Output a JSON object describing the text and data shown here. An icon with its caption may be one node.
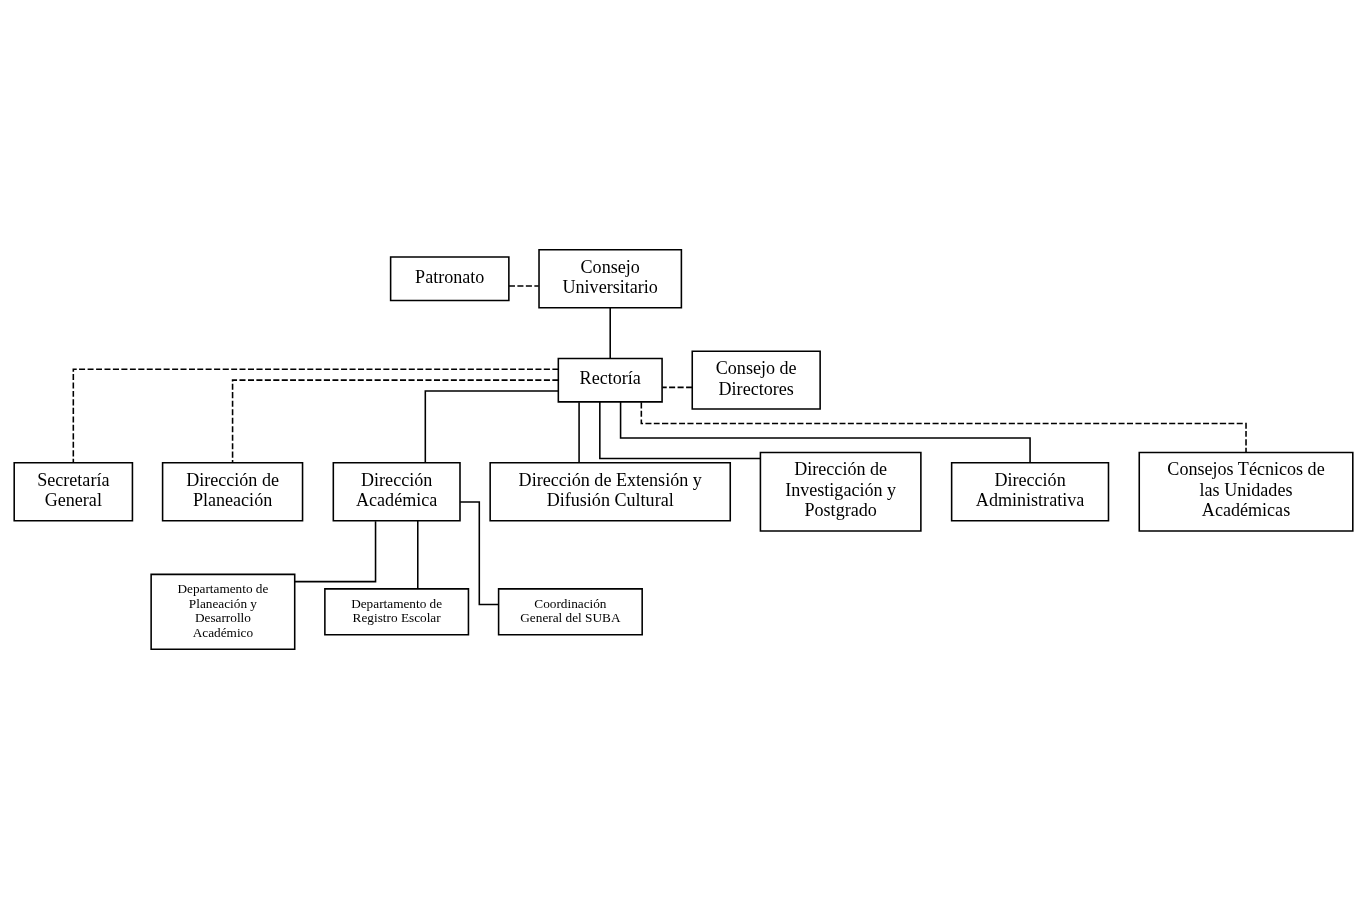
{
  "diagram": {
    "nodes": [
      {
        "text": [
          "Patronato"
        ]
      },
      {
        "text": [
          "Consejo Universitario"
        ]
      },
      {
        "text": [
          "Consejo de Directores"
        ]
      },
      {
        "text": [
          "Rectoría"
        ]
      },
      {
        "text": [
          "Secretaría General"
        ]
      },
      {
        "text": [
          "Dirección de Planeación"
        ]
      },
      {
        "text": [
          "Dirección Académica"
        ]
      },
      {
        "text": [
          "Dirección de Extensión y Difusión Cultural"
        ]
      },
      {
        "text": [
          "Dirección de Investigación y Postgrado"
        ]
      },
      {
        "text": [
          "Dirección Administrativa"
        ]
      },
      {
        "text": [
          "Departamento de Planeación y Desarrollo Académico"
        ]
      },
      {
        "text": [
          "Departamento de Registro Escolar"
        ]
      },
      {
        "text": [
          "Coordinación General del SUBA"
        ]
      },
      {
        "text": [
          "Consejos Técnicos de las Unidades Académicas"
        ]
      }
    ],
    "edges": [
      {
        "from": 0,
        "to": 1,
        "arrow": "none",
        "style": "dashed"
      },
      {
        "from": 1,
        "to": 3,
        "arrow": "none"
      },
      {
        "from": 2,
        "to": 3,
        "arrow": "none",
        "style": "dashed"
      },
      {
        "from": 3,
        "to": 4,
        "arrow": "none",
        "style": "dashed"
      },
      {
        "from": 3,
        "to": 5,
        "arrow": "none",
        "style": "dashed"
      },
      {
        "from": 3,
        "to": 6,
        "arrow": "none"
      },
      {
        "from": 3,
        "to": 7,
        "arrow": "none"
      },
      {
        "from": 3,
        "to": 8,
        "arrow": "none"
      },
      {
        "from": 3,
        "to": 9,
        "arrow": "none"
      },
      {
        "from": 3,
        "to": 13,
        "arrow": "none",
        "style": "dashed"
      },
      {
        "from": 6,
        "to": 10,
        "arrow": "none"
      },
      {
        "from": 6,
        "to": 11,
        "arrow": "none"
      },
      {
        "from": 6,
        "to": 12,
        "arrow": "none"
      }
    ]
  }
}
